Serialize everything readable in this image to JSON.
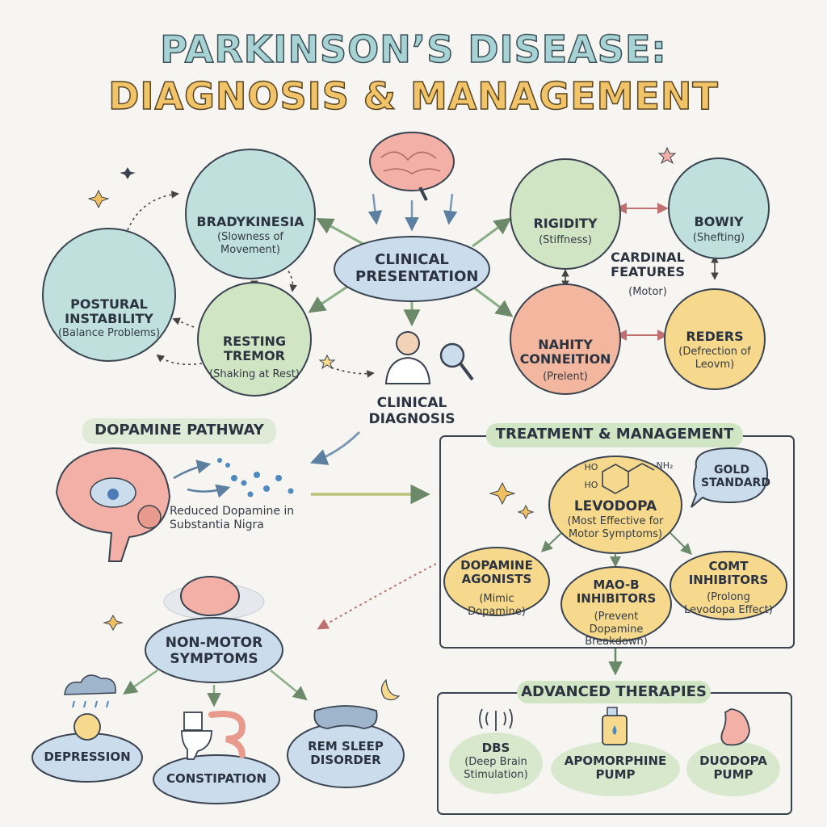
{
  "title": {
    "line1": "PARKINSON’S DISEASE:",
    "line2": "DIAGNOSIS & MANAGEMENT"
  },
  "colors": {
    "teal": "#bfe0dc",
    "green": "#cfe5c4",
    "yellow": "#f6d98c",
    "salmon": "#f3b7a0",
    "blue": "#cbdcec",
    "outline": "#3a4350"
  },
  "clinical": {
    "center_label": "CLINICAL PRESENTATION",
    "diagnosis_label": "CLINICAL DIAGNOSIS",
    "bradykinesia": {
      "title": "BRADYKINESIA",
      "sub": "(Slowness of Movement)"
    },
    "postural": {
      "title": "POSTURAL INSTABILITY",
      "sub": "(Balance Problems)"
    },
    "tremor": {
      "title": "RESTING TREMOR",
      "sub": "(Shaking at Rest)"
    },
    "rigidity": {
      "title": "RIGIDITY",
      "sub": "(Stiffness)"
    },
    "bowiy": {
      "title": "BOWIY",
      "sub": "(Shefting)"
    },
    "cardinal": {
      "title": "CARDINAL FEATURES",
      "sub": "(Motor)"
    },
    "nahity": {
      "title": "NAHITY CONNEITION",
      "sub": "(Prelent)"
    },
    "reders": {
      "title": "REDERS",
      "sub": "(Defrection of Leovm)"
    }
  },
  "dopamine": {
    "header": "DOPAMINE PATHWAY",
    "caption": "Reduced Dopamine in Substantia Nigra"
  },
  "treatment": {
    "header": "TREATMENT & MANAGEMENT",
    "molecule_labels": [
      "HO",
      "HO",
      "NH₂"
    ],
    "gold_standard": "GOLD STANDARD",
    "levodopa": {
      "title": "LEVODOPA",
      "sub": "(Most Effective for Motor Symptoms)"
    },
    "agonists": {
      "title": "DOPAMINE AGONISTS",
      "sub": "(Mimic Dopamine)"
    },
    "maob": {
      "title": "MAO-B INHIBITORS",
      "sub": "(Prevent Dopamine Breakdown)"
    },
    "comt": {
      "title": "COMT INHIBITORS",
      "sub": "(Prolong Levodopa Effect)"
    }
  },
  "advanced": {
    "header": "ADVANCED THERAPIES",
    "dbs": {
      "title": "DBS",
      "sub": "(Deep Brain Stimulation)"
    },
    "apomorphine": {
      "title": "APOMORPHINE PUMP"
    },
    "duodopa": {
      "title": "DUODOPA PUMP"
    }
  },
  "nonmotor": {
    "center": "NON-MOTOR SYMPTOMS",
    "depression": "DEPRESSION",
    "constipation": "CONSTIPATION",
    "rem": "REM SLEEP DISORDER"
  }
}
